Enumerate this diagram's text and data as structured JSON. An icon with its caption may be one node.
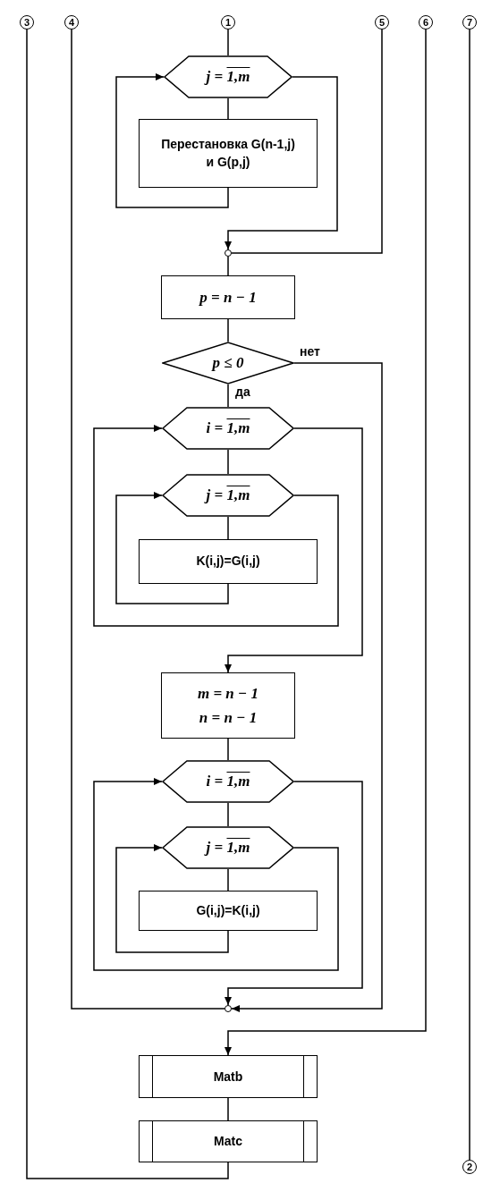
{
  "diagram": {
    "nodes": [
      {
        "text": [
          "3"
        ]
      },
      {
        "text": [
          "4"
        ]
      },
      {
        "text": [
          "1"
        ]
      },
      {
        "text": [
          "5"
        ]
      },
      {
        "text": [
          "6"
        ]
      },
      {
        "text": [
          "7"
        ]
      },
      {
        "text": [
          "j = 1,m"
        ]
      },
      {
        "text": [
          "Перестановка G(n-1,j) и G(p,j)"
        ]
      },
      {
        "text": [],
        "shape": "circle"
      },
      {
        "text": [
          "p = n − 1"
        ]
      },
      {
        "text": [
          "p ≤ 0"
        ]
      },
      {
        "text": [
          "i = 1,m"
        ]
      },
      {
        "text": [
          "j = 1,m"
        ]
      },
      {
        "text": [
          "K(i,j)=G(i,j)"
        ]
      },
      {
        "text": [
          "m = n − 1",
          "n = n − 1"
        ]
      },
      {
        "text": [
          "i = 1,m"
        ]
      },
      {
        "text": [
          "j = 1,m"
        ]
      },
      {
        "text": [
          "G(i,j)=K(i,j)"
        ]
      },
      {
        "text": [],
        "shape": "circle"
      },
      {
        "text": [
          "Matb"
        ]
      },
      {
        "text": [
          "Matc"
        ]
      },
      {
        "text": [
          "2"
        ]
      }
    ],
    "edges": [
      {
        "from": 2,
        "to": 6,
        "arrow": "none"
      },
      {
        "from": 6,
        "to": 7,
        "arrow": "none"
      },
      {
        "from": 7,
        "to": 6,
        "arrow": "to"
      },
      {
        "from": 6,
        "to": 8,
        "arrow": "to"
      },
      {
        "from": 3,
        "to": 8,
        "arrow": "none"
      },
      {
        "from": 8,
        "to": 9,
        "arrow": "none"
      },
      {
        "from": 9,
        "to": 10,
        "arrow": "none"
      },
      {
        "from": 10,
        "to": 11,
        "arrow": "none",
        "label": "да"
      },
      {
        "from": 10,
        "to": 18,
        "arrow": "to",
        "label": "нет"
      },
      {
        "from": 11,
        "to": 12,
        "arrow": "none"
      },
      {
        "from": 12,
        "to": 13,
        "arrow": "none"
      },
      {
        "from": 13,
        "to": 12,
        "arrow": "to"
      },
      {
        "from": 12,
        "to": 11,
        "arrow": "to"
      },
      {
        "from": 11,
        "to": 14,
        "arrow": "to"
      },
      {
        "from": 14,
        "to": 15,
        "arrow": "none"
      },
      {
        "from": 15,
        "to": 16,
        "arrow": "none"
      },
      {
        "from": 16,
        "to": 17,
        "arrow": "none"
      },
      {
        "from": 17,
        "to": 16,
        "arrow": "to"
      },
      {
        "from": 16,
        "to": 15,
        "arrow": "to"
      },
      {
        "from": 15,
        "to": 18,
        "arrow": "to"
      },
      {
        "from": 1,
        "to": 18,
        "arrow": "none"
      },
      {
        "from": 4,
        "to": 19,
        "arrow": "to"
      },
      {
        "from": 19,
        "to": 20,
        "arrow": "none"
      },
      {
        "from": 20,
        "to": 0,
        "arrow": "none"
      },
      {
        "from": 5,
        "to": 21,
        "arrow": "none"
      }
    ]
  }
}
